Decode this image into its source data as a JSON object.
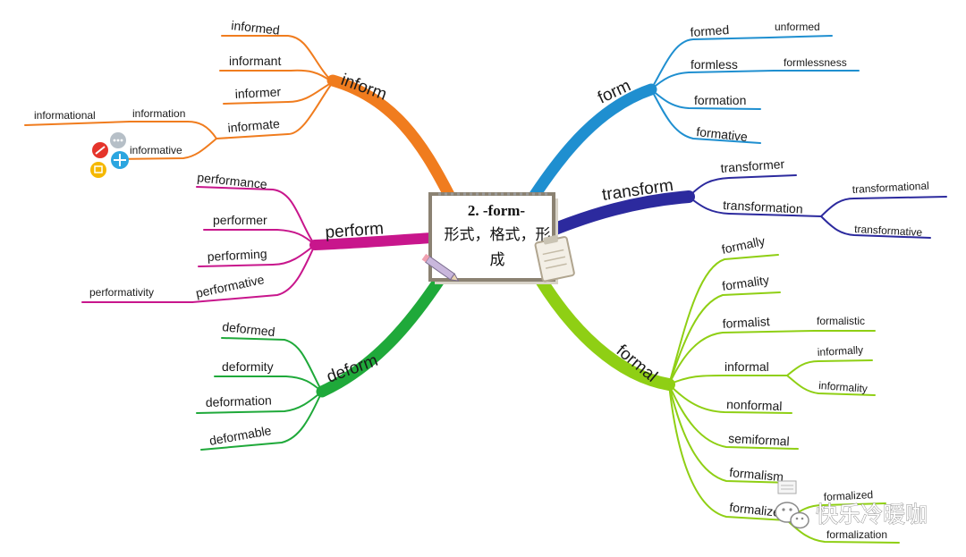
{
  "center": {
    "title": "2. -form-",
    "subtitle_line1": "形式，格式，形",
    "subtitle_line2": "成"
  },
  "watermark": "快乐冷暖咖",
  "colors": {
    "inform": "#f07c1e",
    "perform": "#c8168c",
    "deform": "#1fa93a",
    "form": "#1f8fd0",
    "transform": "#2c2a9e",
    "formal": "#8fcf14"
  },
  "branches": {
    "inform": {
      "label": "inform",
      "children": [
        "informed",
        "informant",
        "informer",
        "informate",
        "informative"
      ],
      "grandchildren": {
        "information": "information",
        "informational": "informational"
      }
    },
    "perform": {
      "label": "perform",
      "children": [
        "performance",
        "performer",
        "performing",
        "performative"
      ],
      "grandchildren": {
        "performativity": "performativity"
      }
    },
    "deform": {
      "label": "deform",
      "children": [
        "deformed",
        "deformity",
        "deformation",
        "deformable"
      ]
    },
    "form": {
      "label": "form",
      "children": [
        "formed",
        "formless",
        "formation",
        "formative"
      ],
      "grandchildren": {
        "unformed": "unformed",
        "formlessness": "formlessness"
      }
    },
    "transform": {
      "label": "transform",
      "children": [
        "transformer",
        "transformation"
      ],
      "grandchildren": {
        "transformational": "transformational",
        "transformative": "transformative"
      }
    },
    "formal": {
      "label": "formal",
      "children": [
        "formally",
        "formality",
        "formalist",
        "informal",
        "nonformal",
        "semiformal",
        "formalism",
        "formalize"
      ],
      "grandchildren": {
        "formalistic": "formalistic",
        "informally": "informally",
        "informality": "informality",
        "formalized": "formalized",
        "formalization": "formalization"
      }
    }
  }
}
